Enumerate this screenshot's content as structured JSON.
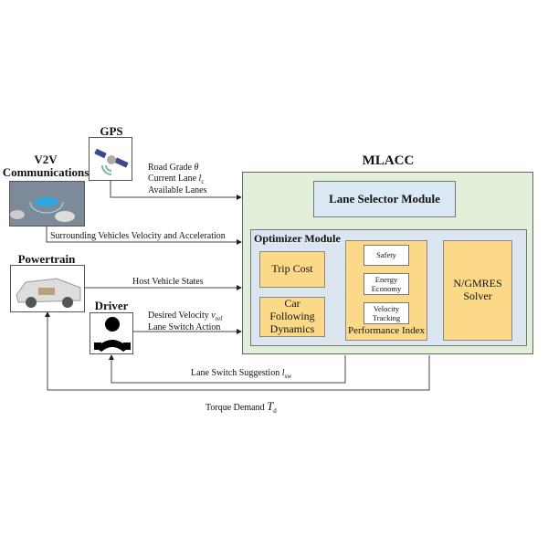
{
  "diagram": {
    "mlacc_title": "MLACC",
    "lane_selector": "Lane Selector Module",
    "optimizer_title": "Optimizer Module",
    "trip_cost": "Trip Cost",
    "car_following": [
      "Car",
      "Following",
      "Dynamics"
    ],
    "performance_index": "Performance Index",
    "pi_items": [
      {
        "lines": [
          "Safety"
        ]
      },
      {
        "lines": [
          "Energy",
          "Economy"
        ]
      },
      {
        "lines": [
          "Velocity",
          "Tracking"
        ]
      }
    ],
    "solver": [
      "N/GMRES",
      "Solver"
    ],
    "gps_title": "GPS",
    "v2v_title": [
      "V2V",
      "Communications"
    ],
    "powertrain_title": "Powertrain",
    "driver_title": "Driver",
    "gps_signals": {
      "road_grade": "Road Grade",
      "road_grade_symbol": "θ",
      "current_lane": "Current Lane",
      "current_lane_symbol": "l",
      "current_lane_sub": "c",
      "available_lanes": "Available Lanes"
    },
    "v2v_signal": "Surrounding Vehicles Velocity and Acceleration",
    "host_signal": "Host Vehicle States",
    "driver_signals": {
      "desired_velocity": "Desired Velocity",
      "desired_velocity_symbol": "v",
      "desired_velocity_sub": "ref",
      "lane_switch_action": "Lane Switch Action"
    },
    "lane_switch_suggestion": "Lane Switch Suggestion",
    "lane_switch_symbol": "l",
    "lane_switch_sub": "sw",
    "torque_demand": "Torque Demand",
    "torque_symbol": "T",
    "torque_sub": "d",
    "colors": {
      "mlacc_bg": "#e2efd9",
      "module_bg": "#dce6f1",
      "block_yellow": "#fcd989"
    }
  }
}
